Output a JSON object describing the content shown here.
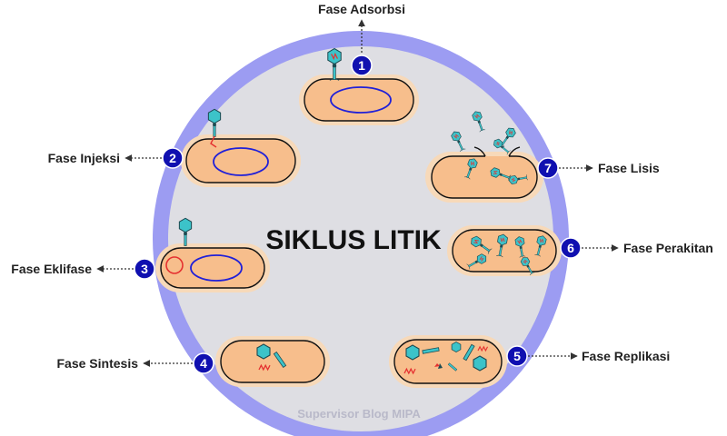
{
  "title": "SIKLUS LITIK",
  "watermark": "Supervisor Blog MIPA",
  "colors": {
    "outer_ring": "#9c9cf2",
    "inner_disc": "#dedee3",
    "cell_fill": "#f7be8c",
    "cell_halo": "#f7d9b9",
    "nucleus": "#2020d8",
    "phage_head": "#3cc3c9",
    "dna_red": "#e53030",
    "number_badge": "#1010b0"
  },
  "stages": [
    {
      "number": "1",
      "label": "Fase Adsorbsi"
    },
    {
      "number": "2",
      "label": "Fase Injeksi"
    },
    {
      "number": "3",
      "label": "Fase Eklifase"
    },
    {
      "number": "4",
      "label": "Fase Sintesis"
    },
    {
      "number": "5",
      "label": "Fase Replikasi"
    },
    {
      "number": "6",
      "label": "Fase Perakitan"
    },
    {
      "number": "7",
      "label": "Fase Lisis"
    }
  ]
}
